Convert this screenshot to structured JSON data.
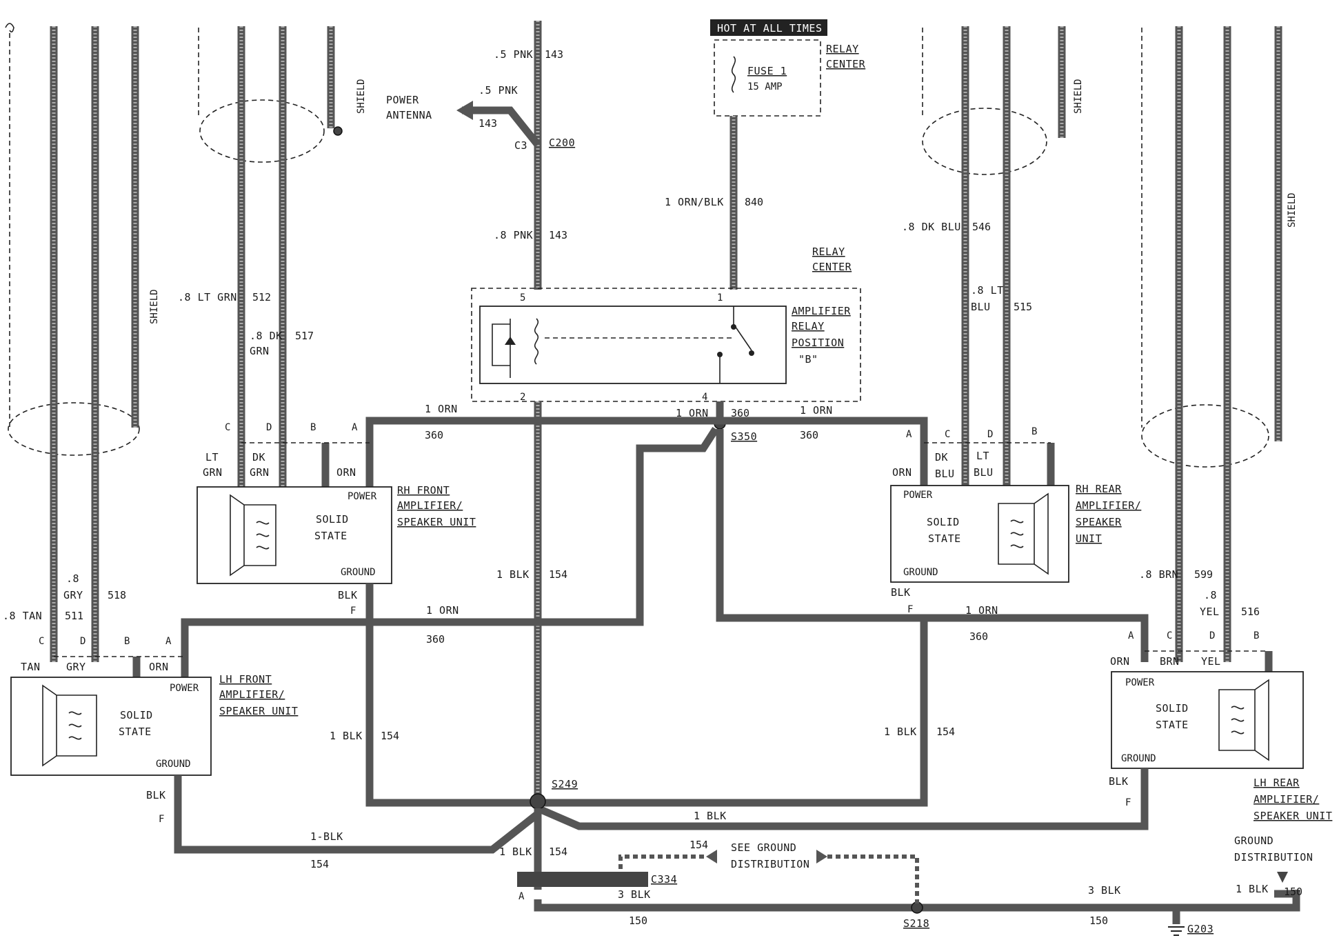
{
  "header": {
    "hot_label": "HOT AT ALL TIMES"
  },
  "fuse": {
    "relay_center_1": "RELAY",
    "relay_center_2": "CENTER",
    "name": "FUSE 1",
    "rating": "15 AMP"
  },
  "relay": {
    "center_1": "RELAY",
    "center_2": "CENTER",
    "name_1": "AMPLIFIER",
    "name_2": "RELAY",
    "name_3": "POSITION",
    "name_4": "\"B\"",
    "pin1": "1",
    "pin2": "2",
    "pin4": "4",
    "pin5": "5"
  },
  "antenna": {
    "label_1": "POWER",
    "label_2": "ANTENNA",
    "wire": ".5 PNK",
    "circuit": "143"
  },
  "top_wire": {
    "wire": ".5 PNK",
    "circuit": "143"
  },
  "connectors": {
    "c200": "C200",
    "c3": "C3",
    "s350": "S350",
    "s249": "S249",
    "s218": "S218",
    "c334": "C334",
    "g203": "G203",
    "a": "A"
  },
  "wires": {
    "pnk_143": ".8 PNK",
    "pnk_143_num": "143",
    "orn_blk": "1 ORN/BLK",
    "orn_blk_num": "840",
    "lt_grn": ".8 LT GRN",
    "lt_grn_num": "512",
    "dk_grn_1": ".8 DK",
    "dk_grn_2": "GRN",
    "dk_grn_num": "517",
    "dk_blu": ".8 DK BLU",
    "dk_blu_num": "546",
    "lt_blu_1": ".8 LT",
    "lt_blu_2": "BLU",
    "lt_blu_num": "515",
    "tan": ".8 TAN",
    "tan_num": "511",
    "gry_1": ".8",
    "gry_2": "GRY",
    "gry_num": "518",
    "brn": ".8 BRN",
    "brn_num": "599",
    "yel_1": ".8",
    "yel_2": "YEL",
    "yel_num": "516",
    "orn_1": "1 ORN",
    "orn_num": "360",
    "blk_1": "1 BLK",
    "blk_1b": "1-BLK",
    "blk_num": "154",
    "blk_3": "3 BLK",
    "blk_3_num": "150",
    "blk_150": "1 BLK",
    "blk_150_num": "150",
    "blk": "BLK"
  },
  "units": {
    "power": "POWER",
    "ground": "GROUND",
    "solid": "SOLID",
    "state": "STATE",
    "rh_front": [
      "RH FRONT",
      "AMPLIFIER/",
      "SPEAKER UNIT"
    ],
    "lh_front": [
      "LH FRONT",
      "AMPLIFIER/",
      "SPEAKER UNIT"
    ],
    "rh_rear": [
      "RH REAR",
      "AMPLIFIER/",
      "SPEAKER",
      "UNIT"
    ],
    "lh_rear": [
      "LH REAR",
      "AMPLIFIER/",
      "SPEAKER UNIT"
    ]
  },
  "pins": {
    "a": "A",
    "b": "B",
    "c": "C",
    "d": "D",
    "f": "F"
  },
  "colors": {
    "lt": "LT",
    "grn": "GRN",
    "dk": "DK",
    "orn": "ORN",
    "blu": "BLU",
    "tan": "TAN",
    "gry": "GRY",
    "brn": "BRN",
    "yel": "YEL"
  },
  "shield": "SHIELD",
  "ground_dist": {
    "see_1": "SEE GROUND",
    "see_2": "DISTRIBUTION",
    "g_1": "GROUND",
    "g_2": "DISTRIBUTION",
    "num": "154"
  }
}
